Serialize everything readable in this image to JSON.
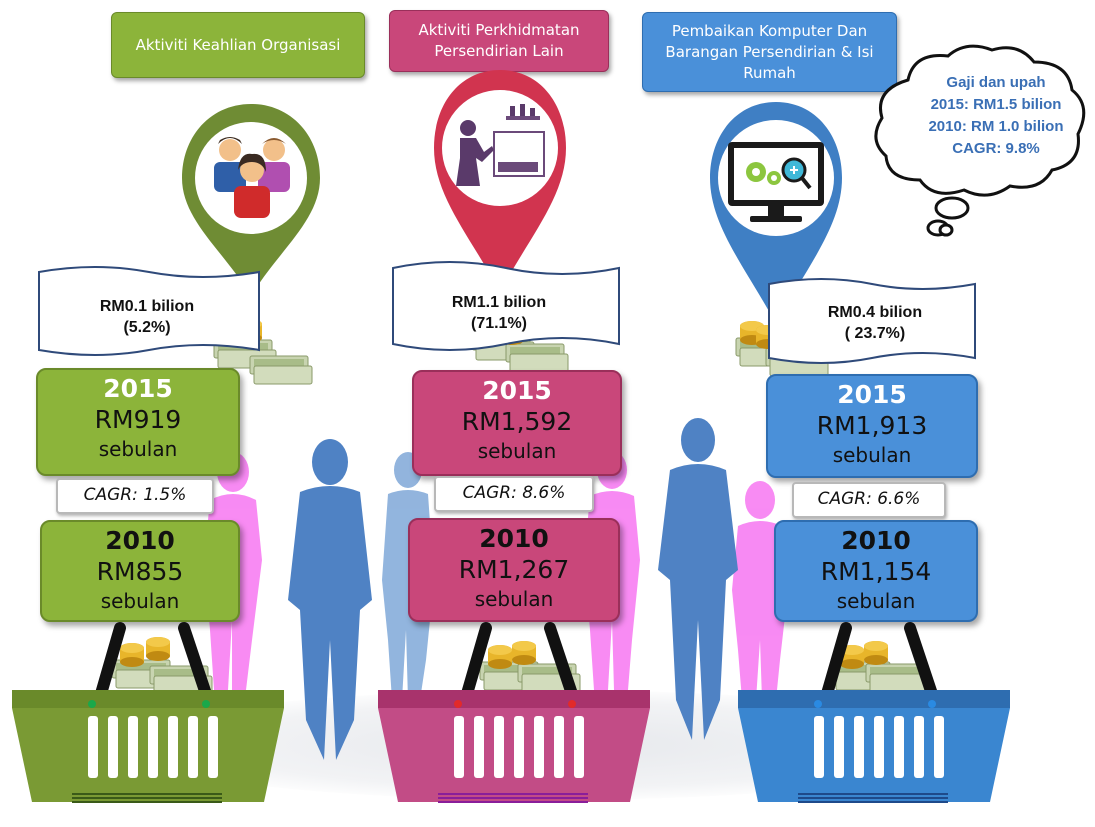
{
  "categories": [
    {
      "label": "Aktiviti Keahlian Organisasi",
      "color": "#8cb43a",
      "dark": "#6a8a2a",
      "pin_color": "#6f8c34",
      "icon": "people-group-icon",
      "banner_line1": "RM0.1 bilion",
      "banner_line2": "(5.2%)",
      "y2015": "2015",
      "v2015": "RM919",
      "u2015": "sebulan",
      "cagr": "CAGR: 1.5%",
      "y2010": "2010",
      "v2010": "RM855",
      "u2010": "sebulan",
      "basket_color": "#7a9a34"
    },
    {
      "label": "Aktiviti Perkhidmatan Persendirian  Lain",
      "color": "#c9477a",
      "dark": "#9a2f5a",
      "pin_color": "#d1344f",
      "icon": "salesperson-shop-icon",
      "banner_line1": "RM1.1 bilion",
      "banner_line2": "(71.1%)",
      "y2015": "2015",
      "v2015": "RM1,592",
      "u2015": "sebulan",
      "cagr": "CAGR: 8.6%",
      "y2010": "2010",
      "v2010": "RM1,267",
      "u2010": "sebulan",
      "basket_color": "#c24c86"
    },
    {
      "label": "Pembaikan Komputer Dan Barangan Persendirian & Isi Rumah",
      "color": "#4a90d9",
      "dark": "#2e6db0",
      "pin_color": "#3f7fc4",
      "icon": "computer-settings-icon",
      "banner_line1": "RM0.4 bilion",
      "banner_line2": "( 23.7%)",
      "y2015": "2015",
      "v2015": "RM1,913",
      "u2015": "sebulan",
      "cagr": "CAGR: 6.6%",
      "y2010": "2010",
      "v2010": "RM1,154",
      "u2010": "sebulan",
      "basket_color": "#3a86d0"
    }
  ],
  "cloud": {
    "line1": "Gaji dan upah",
    "line2": "2015: RM1.5 bilion",
    "line3": "2010: RM 1.0 bilion",
    "line4": "CAGR: 9.8%"
  }
}
